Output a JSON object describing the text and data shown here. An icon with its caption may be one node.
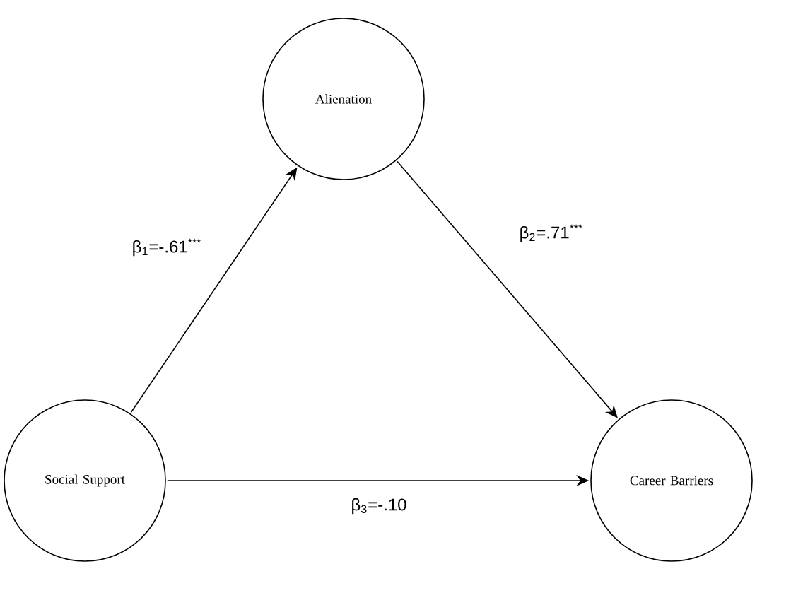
{
  "diagram": {
    "nodes": [
      {
        "text": [
          "Social Support"
        ]
      },
      {
        "text": [
          "Alienation"
        ]
      },
      {
        "text": [
          "Career Barriers"
        ]
      }
    ],
    "edges": [
      {
        "from": 0,
        "to": 1,
        "arrow": "to",
        "label": "β$_{1}$=-.61$^{***}$"
      },
      {
        "from": 1,
        "to": 2,
        "arrow": "to",
        "label": "β$_{2}$=.71$^{***}$"
      },
      {
        "from": 0,
        "to": 2,
        "arrow": "to",
        "label": "β$_{3}$=-.10"
      }
    ]
  }
}
